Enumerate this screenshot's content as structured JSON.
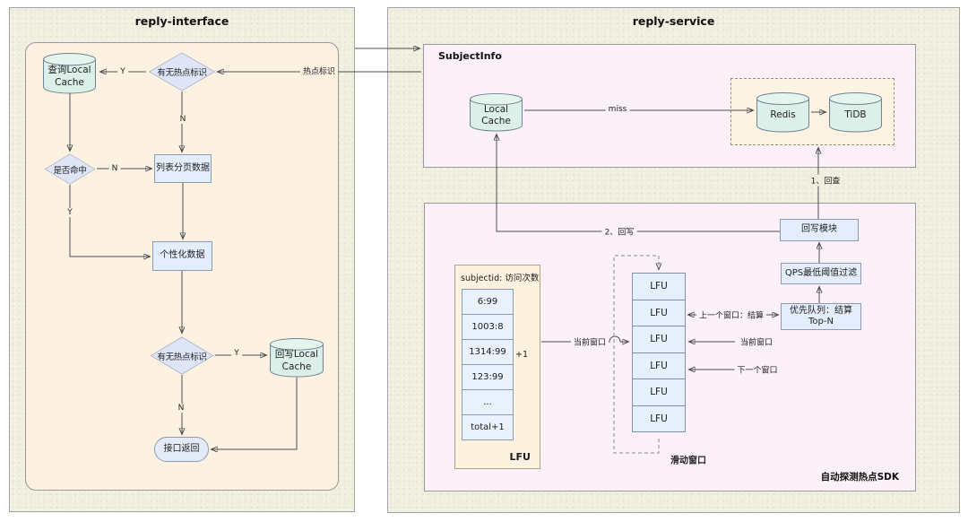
{
  "left_panel": {
    "title": "reply-interface",
    "nodes": {
      "query_cache": "查询Local Cache",
      "hot_flag_check": "有无热点标识",
      "list_page": "列表分页数据",
      "cache_hit": "是否命中",
      "personalized": "个性化数据",
      "hot_flag_check2": "有无热点标识",
      "write_cache": "回写Local Cache",
      "api_return": "接口返回"
    },
    "edge_labels": {
      "yes1": "Y",
      "no1": "N",
      "no2": "N",
      "yes2": "Y",
      "yes3": "Y",
      "no3": "N",
      "hot_flag": "热点标识"
    }
  },
  "right_panel": {
    "title": "reply-service",
    "subject_info": {
      "label": "SubjectInfo",
      "local_cache": "Local Cache",
      "redis": "Redis",
      "tidb": "TiDB",
      "miss_label": "miss"
    },
    "edge_labels": {
      "check_back": "1、回查",
      "write_back": "2、回写",
      "prev_window": "上一个窗口：结算",
      "current_window": "当前窗口",
      "next_window": "下一个窗口",
      "current_window_in": "当前窗口"
    },
    "sdk": {
      "label": "自动探测热点SDK",
      "write_module": "回写模块",
      "qps_filter": "QPS最低阈值过滤",
      "priority_queue_line1": "优先队列：结算",
      "priority_queue_line2": "Top-N",
      "sliding_window": "滑动窗口",
      "lfu_table": {
        "header": "subjectid: 访问次数",
        "cells": [
          "6:99",
          "1003:8",
          "1314:99",
          "123:99",
          "...",
          "total+1"
        ],
        "plus_one": "+1",
        "footer": "LFU"
      },
      "stack": [
        "LFU",
        "LFU",
        "LFU",
        "LFU",
        "LFU",
        "LFU"
      ]
    }
  }
}
